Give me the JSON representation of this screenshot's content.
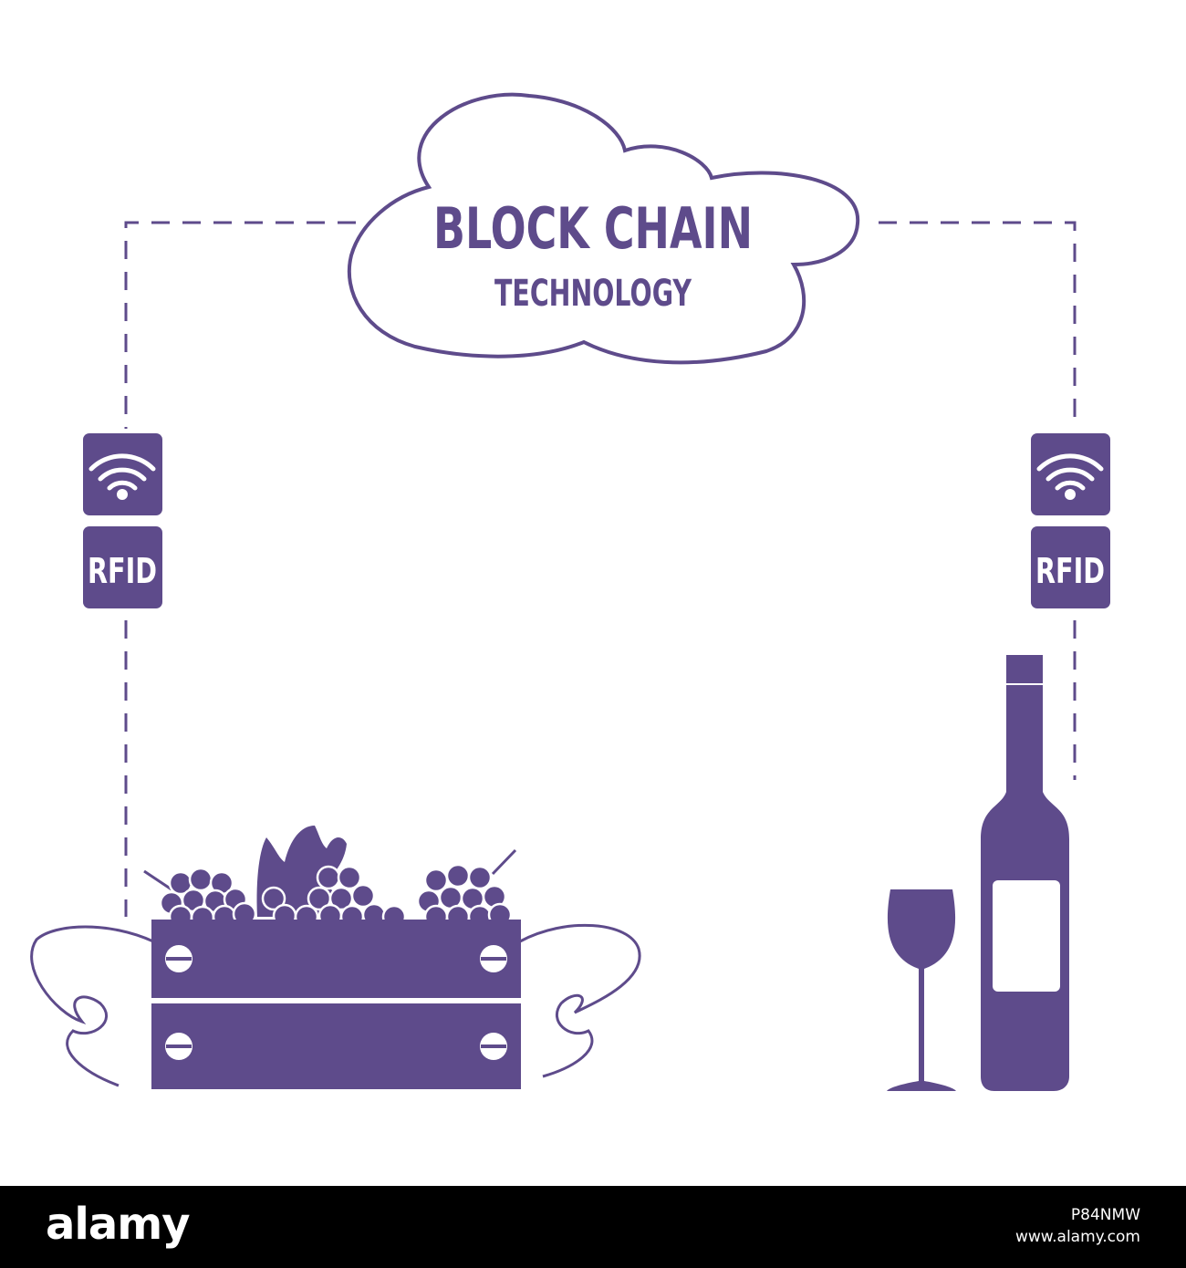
{
  "colors": {
    "accent": "#5e4b8b",
    "background": "#ffffff",
    "footer": "#000000"
  },
  "cloud": {
    "title": "BLOCK CHAIN",
    "subtitle": "TECHNOLOGY"
  },
  "left_tag": {
    "icon": "wifi-icon",
    "label": "RFID"
  },
  "right_tag": {
    "icon": "wifi-icon",
    "label": "RFID"
  },
  "footer": {
    "brand": "alamy",
    "image_id": "P84NMW",
    "site": "www.alamy.com"
  }
}
